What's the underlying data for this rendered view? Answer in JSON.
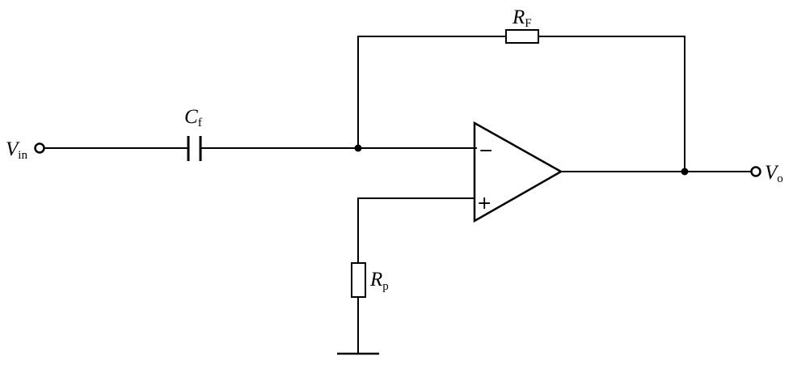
{
  "labels": {
    "vin": {
      "main": "V",
      "sub": "in"
    },
    "cf": {
      "main": "C",
      "sub": "f"
    },
    "rf": {
      "main": "R",
      "sub": "F"
    },
    "rp": {
      "main": "R",
      "sub": "p"
    },
    "vo": {
      "main": "V",
      "sub": "o"
    }
  },
  "opamp": {
    "inverting": "−",
    "noninverting": "+"
  }
}
